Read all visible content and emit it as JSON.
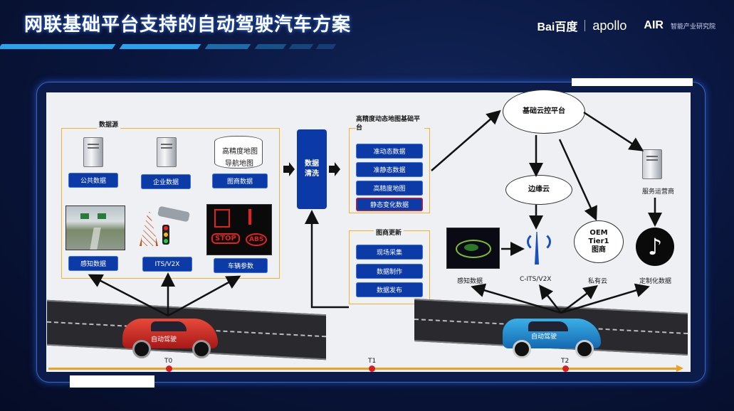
{
  "header": {
    "title": "网联基础平台支持的自动驾驶汽车方案",
    "logo_baidu": "Bai百度",
    "logo_apollo": "apollo",
    "logo_air": "AIR",
    "logo_air_sub": "智能产业研究院"
  },
  "diagram": {
    "data_source_title": "数据源",
    "sources": [
      "公共数据",
      "企业数据",
      "图商数据",
      "感知数据",
      "ITS/V2X",
      "车辆参数"
    ],
    "map_cylinder_text_1": "高精度地图",
    "map_cylinder_text_2": "导航地图",
    "data_wash": "数据清洗",
    "hd_platform_title": "高精度动态地图基础平台",
    "hd_platform_items": [
      "准动态数据",
      "准静态数据",
      "高精度地图",
      "静态变化数据"
    ],
    "map_update_title": "图商更新",
    "map_update_items": [
      "现场采集",
      "数据制作",
      "数据发布"
    ],
    "cloud_platform": "基础云控平台",
    "edge_cloud": "边缘云",
    "private_cloud_text": "OEM Tier1 图商",
    "private_cloud_label": "私有云",
    "service_label": "服务运营商",
    "right_labels": [
      "感知数据",
      "C-ITS/V2X",
      "私有云",
      "定制化数据"
    ],
    "car_left_label": "自动驾驶",
    "car_right_label": "自动驾驶",
    "stop_sign": "STOP",
    "abs_sign": "ABS",
    "timeline": [
      "T0",
      "T1",
      "T2"
    ]
  },
  "colors": {
    "accent_blue": "#0c3aa6",
    "dash_orange": "#f2b233",
    "timeline_orange": "#f0a020",
    "timeline_dot": "#d42020"
  }
}
